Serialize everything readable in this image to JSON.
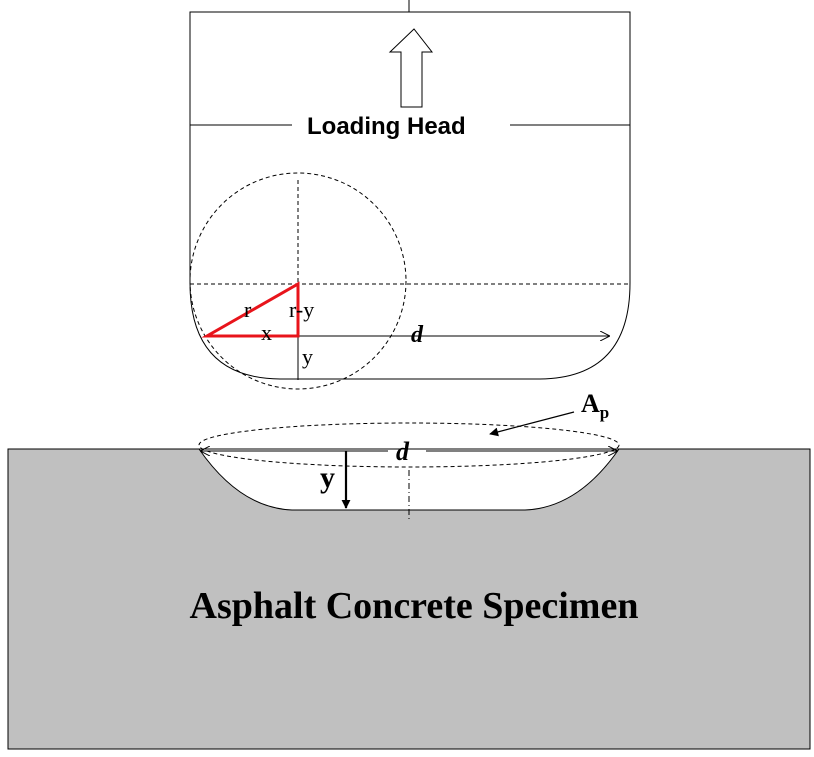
{
  "loading_head": {
    "label": "Loading Head"
  },
  "geometry_labels": {
    "radius": "r",
    "radius_minus_depth": "r-y",
    "half_chord": "x",
    "depth": "y",
    "diameter_top": "d",
    "diameter_specimen": "d",
    "penetration_depth": "y",
    "projected_area_base": "A",
    "projected_area_sub": "p"
  },
  "specimen": {
    "label": "Asphalt Concrete Specimen"
  },
  "colors": {
    "outline": "#000000",
    "triangle": "#e8141b",
    "specimen_fill": "#c0c0c0"
  }
}
